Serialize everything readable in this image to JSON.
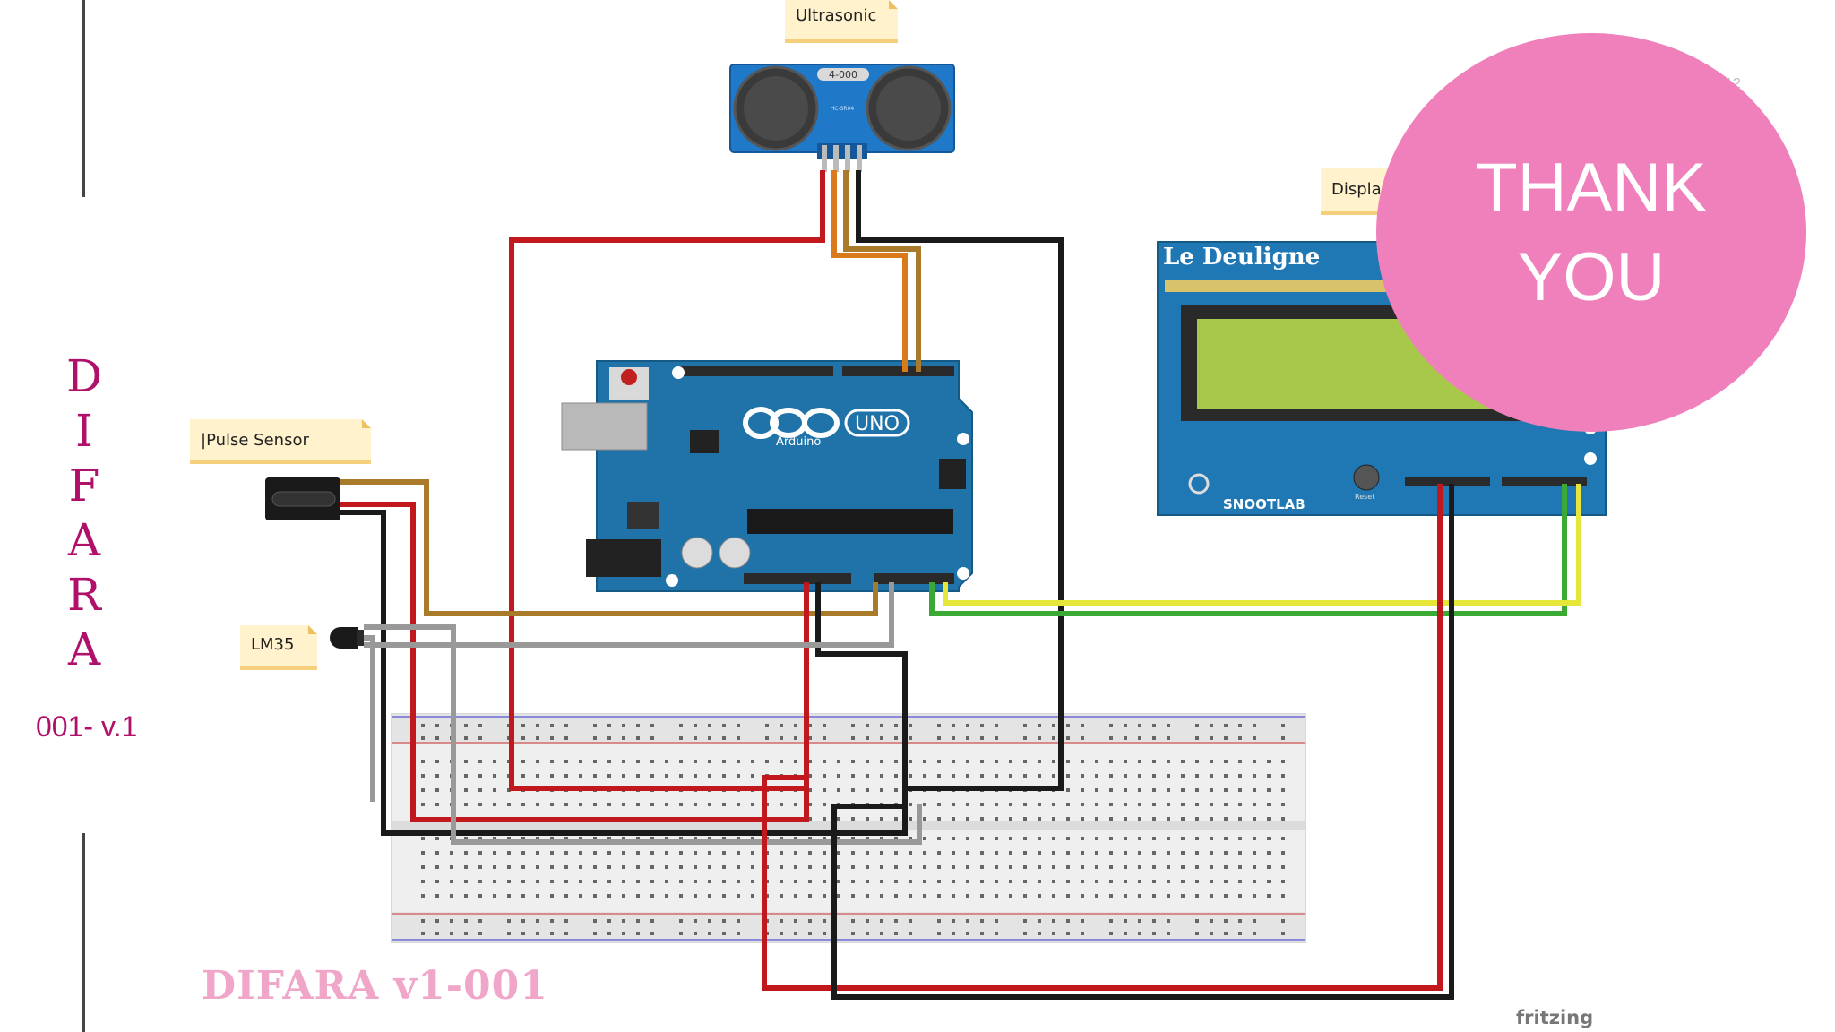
{
  "sidebar": {
    "title_letters": [
      "D",
      "I",
      "F",
      "A",
      "R",
      "A"
    ],
    "version": "001- v.1"
  },
  "labels": {
    "ultrasonic": "Ultrasonic",
    "display": "Displa",
    "pulse_sensor": "|Pulse Sensor",
    "lm35": "LM35"
  },
  "components": {
    "ultrasonic_top_text": "4-000",
    "ultrasonic_model": "HC-SR04",
    "arduino_brand": "Arduino",
    "arduino_model": "UNO",
    "arduino_reset": "RESET",
    "lcd_brand": "Le Deuligne",
    "lcd_maker": "SNOOTLAB",
    "lcd_reset": "Reset"
  },
  "thank_you": {
    "line1": "THANK",
    "line2": "YOU"
  },
  "watermark": "DIFARA v1-001",
  "footer_brand": "fritzing",
  "page_number": "12",
  "colors": {
    "accent": "#b0106a",
    "circle": "#f080bb",
    "board_blue": "#1f78b4",
    "wire_red": "#c0181c",
    "wire_black": "#1a1a1a",
    "wire_orange": "#d97a1c",
    "wire_brown": "#a87a2a",
    "wire_yellow": "#e6e63a",
    "wire_green": "#3aaa35",
    "wire_gray": "#999999"
  }
}
